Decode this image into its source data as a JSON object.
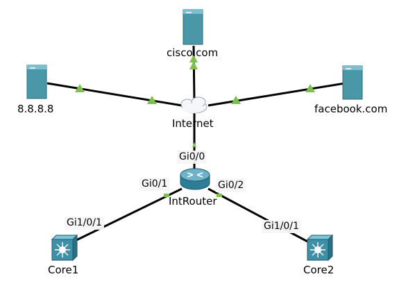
{
  "devices": {
    "cisco": {
      "label": "cisco.com",
      "icon": "server-icon"
    },
    "dns": {
      "label": "8.8.8.8",
      "icon": "server-icon"
    },
    "facebook": {
      "label": "facebook.com",
      "icon": "server-icon"
    },
    "internet": {
      "label": "Internet",
      "icon": "cloud-icon"
    },
    "router": {
      "label": "IntRouter",
      "icon": "router-icon"
    },
    "core1": {
      "label": "Core1",
      "icon": "multilayer-switch-icon"
    },
    "core2": {
      "label": "Core2",
      "icon": "multilayer-switch-icon"
    }
  },
  "ports": {
    "router_gi00": "Gi0/0",
    "router_gi01": "Gi0/1",
    "router_gi02": "Gi0/2",
    "core1_gi101": "Gi1/0/1",
    "core2_gi101": "Gi1/0/1"
  },
  "links": [
    {
      "from": "internet",
      "to": "cisco",
      "status": "up"
    },
    {
      "from": "internet",
      "to": "dns",
      "status": "up"
    },
    {
      "from": "internet",
      "to": "facebook",
      "status": "up"
    },
    {
      "from": "internet",
      "to": "router",
      "status": "up"
    },
    {
      "from": "router",
      "to": "core1",
      "status": "up"
    },
    {
      "from": "router",
      "to": "core2",
      "status": "up"
    }
  ],
  "colors": {
    "link": "#000000",
    "status_up": "#7cc24a",
    "server": "#4a97a8",
    "device": "#3f8fa6"
  }
}
